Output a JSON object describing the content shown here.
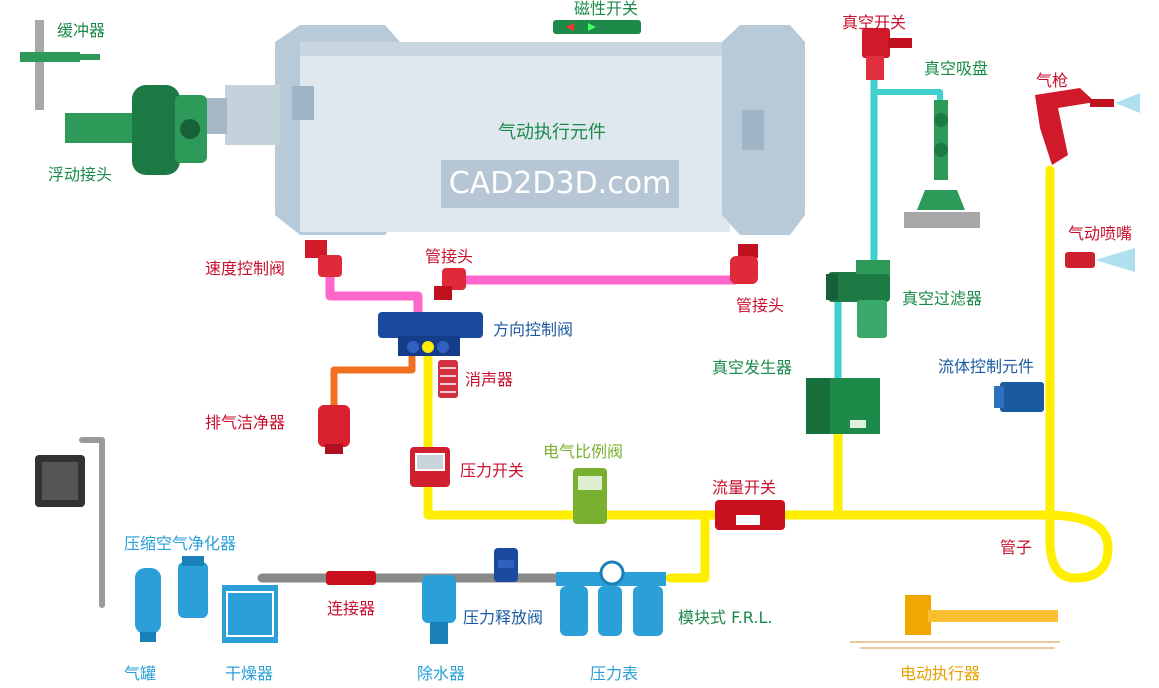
{
  "title": "气动执行元件",
  "watermark": "CAD2D3D.com",
  "labels": {
    "buffer": "缓冲器",
    "floating_joint": "浮动接头",
    "magnetic_switch": "磁性开关",
    "vacuum_switch": "真空开关",
    "vacuum_cup": "真空吸盘",
    "air_gun": "气枪",
    "speed_valve": "速度控制阀",
    "fitting_left": "管接头",
    "fitting_right": "管接头",
    "direction_valve": "方向控制阀",
    "silencer": "消声器",
    "exhaust_cleaner": "排气洁净器",
    "pressure_switch": "压力开关",
    "proportional_valve": "电气比例阀",
    "flow_switch": "流量开关",
    "vacuum_filter": "真空过滤器",
    "vacuum_generator": "真空发生器",
    "fluid_element": "流体控制元件",
    "air_nozzle": "气动喷嘴",
    "tube": "管子",
    "air_cleaner": "压缩空气净化器",
    "connector": "连接器",
    "relief_valve": "压力释放阀",
    "frl": "模块式 F.R.L.",
    "tank": "气罐",
    "dryer": "干燥器",
    "drain": "除水器",
    "gauge": "压力表",
    "electric_actuator": "电动执行器"
  },
  "colors": {
    "green": "#1a8a4a",
    "red": "#c8102e",
    "blue": "#1a5aa0",
    "cyan": "#2a9fd8",
    "yellow": "#fff000",
    "pink": "#ff66cc",
    "orange": "#e8a000"
  }
}
